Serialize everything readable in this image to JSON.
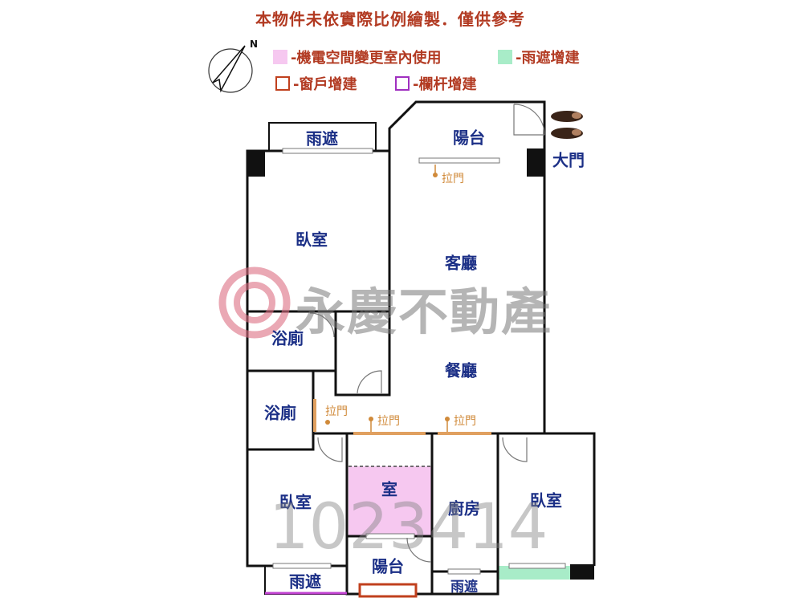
{
  "header": {
    "note": "本物件未依實際比例繪製．僅供參考",
    "legend": [
      {
        "label": "-機電空間變更室內使用",
        "color": "#f6c8f0",
        "kind": "fill"
      },
      {
        "label": "-雨遮增建",
        "color": "#a8ecc8",
        "kind": "fill"
      },
      {
        "label": "-窗戶增建",
        "color": "#c0401e",
        "kind": "outline"
      },
      {
        "label": "-欄杆增建",
        "color": "#a030c0",
        "kind": "outline"
      }
    ],
    "compass": {
      "label": "N",
      "icon": "compass-icon"
    }
  },
  "rooms": {
    "rain_cover_top": "雨遮",
    "balcony_top": "陽台",
    "main_door": "大門",
    "bedroom_nw": "臥室",
    "living_room": "客廳",
    "bath_1": "浴廁",
    "bath_2": "浴廁",
    "dining_room": "餐廳",
    "room_converted": "室",
    "kitchen": "廚房",
    "bedroom_sw": "臥室",
    "bedroom_se": "臥室",
    "balcony_bottom": "陽台",
    "rain_cover_sw": "雨遮",
    "rain_cover_bottom": "雨遮"
  },
  "sliding_doors": [
    "拉門",
    "拉門",
    "拉門",
    "拉門"
  ],
  "watermark": {
    "brand": "永慶不動產",
    "listing_id": "1023414"
  },
  "colors": {
    "wall": "#111111",
    "label": "#1b2f86",
    "sliding": "#d08a3a",
    "pink": "#f6c8f0",
    "green": "#a8ecc8"
  }
}
